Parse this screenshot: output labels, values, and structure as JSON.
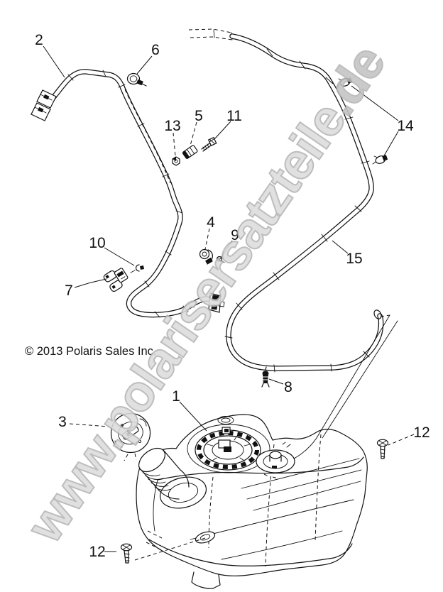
{
  "copyright": "© 2013 Polaris Sales Inc.",
  "watermark": {
    "full": "www.polarisersatzteile.de",
    "prefix": "www.polarisersatzteile",
    "suffix": ".de"
  },
  "callouts": [
    "1",
    "2",
    "3",
    "4",
    "5",
    "6",
    "7",
    "8",
    "9",
    "10",
    "11",
    "12",
    "13",
    "14",
    "15",
    "12"
  ],
  "colors": {
    "line": "#111111",
    "background": "#ffffff",
    "watermark_fill": "#dcdcdc",
    "watermark_stroke": "#b5b5b5",
    "watermark_suffix_fill": "#c3c3c3"
  }
}
